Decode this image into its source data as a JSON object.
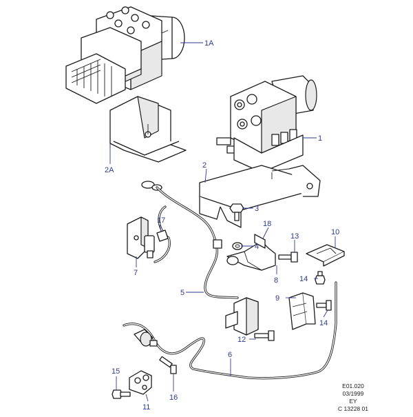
{
  "callouts": {
    "c1A": "1A",
    "c1": "1",
    "c2A": "2A",
    "c2": "2",
    "c3": "3",
    "c4": "4",
    "c5": "5",
    "c6": "6",
    "c7": "7",
    "c8": "8",
    "c9": "9",
    "c10": "10",
    "c11": "11",
    "c12": "12",
    "c13": "13",
    "c14a": "14",
    "c14b": "14",
    "c15": "15",
    "c16": "16",
    "c17": "17",
    "c18": "18"
  },
  "reference": {
    "line1": "E01.020",
    "line2": "03/1999",
    "line3": "EY",
    "line4": "C 13228 01"
  },
  "colors": {
    "callout": "#2b3a8f",
    "line": "#1a1a1a"
  }
}
